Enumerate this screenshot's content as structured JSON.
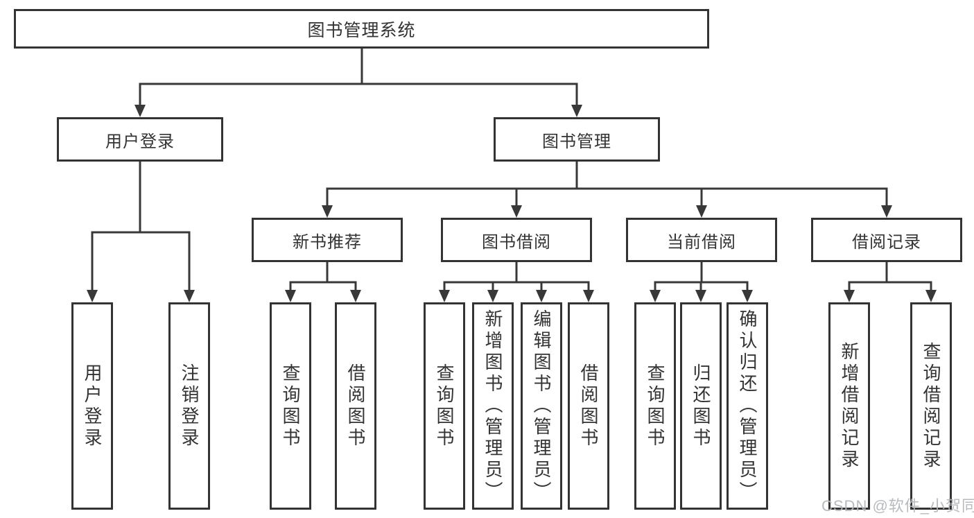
{
  "diagram": {
    "type": "tree",
    "title": "图书管理系统",
    "nodes": {
      "root": "图书管理系统",
      "user_login_group": "用户登录",
      "book_management": "图书管理",
      "new_book_recommend": "新书推荐",
      "book_borrowing": "图书借阅",
      "current_borrowing": "当前借阅",
      "borrowing_records": "借阅记录",
      "user_login": "用户登录",
      "logout_login": "注销登录",
      "nbr_query_books": "查询图书",
      "nbr_borrow_books": "借阅图书",
      "bb_query_books": "查询图书",
      "bb_add_books": "新增图书（管理员）",
      "bb_edit_books": "编辑图书（管理员）",
      "bb_borrow_books": "借阅图书",
      "cb_query_books": "查询图书",
      "cb_return_books": "归还图书",
      "cb_confirm_return": "确认归还（管理员）",
      "br_add_record": "新增借阅记录",
      "br_query_record": "查询借阅记录"
    },
    "hierarchy": {
      "图书管理系统": {
        "用户登录": [
          "用户登录",
          "注销登录"
        ],
        "图书管理": {
          "新书推荐": [
            "查询图书",
            "借阅图书"
          ],
          "图书借阅": [
            "查询图书",
            "新增图书（管理员）",
            "编辑图书（管理员）",
            "借阅图书"
          ],
          "当前借阅": [
            "查询图书",
            "归还图书",
            "确认归还（管理员）"
          ],
          "借阅记录": [
            "新增借阅记录",
            "查询借阅记录"
          ]
        }
      }
    },
    "colors": {
      "line": "#383838",
      "box_border": "#333333",
      "text": "#333333",
      "background": "#ffffff",
      "watermark": "#b4b7ba"
    }
  },
  "watermark": "CSDN @软件_小贺同学"
}
